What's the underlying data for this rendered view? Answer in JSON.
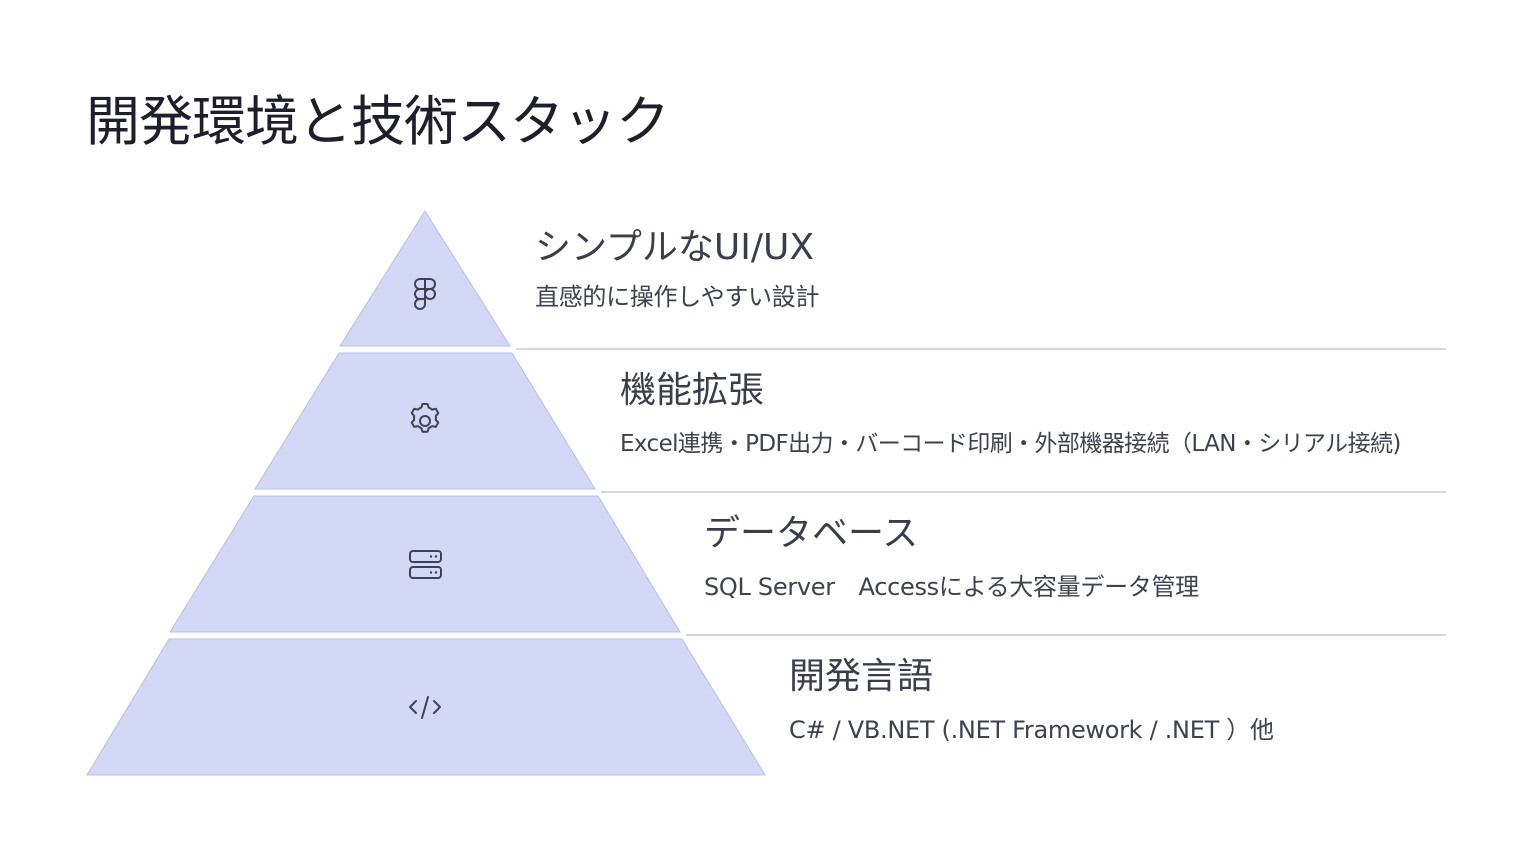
{
  "title": "開発環境と技術スタック",
  "colors": {
    "tier_fill": "#d2d8f6",
    "tier_stroke": "#b7c0ea",
    "divider": "#c5cad8",
    "icon": "#3d4254",
    "title_text": "#1f1f2b",
    "body_text": "#3a3d4a"
  },
  "tiers": [
    {
      "icon": "figma-icon",
      "title": "シンプルなUI/UX",
      "description": "直感的に操作しやすい設計"
    },
    {
      "icon": "gear-icon",
      "title": "機能拡張",
      "description": "Excel連携・PDF出力・バーコード印刷・外部機器接続（LAN・シリアル接続)"
    },
    {
      "icon": "server-icon",
      "title": "データベース",
      "description": "SQL Server　Accessによる大容量データ管理"
    },
    {
      "icon": "code-icon",
      "title": "開発言語",
      "description": "C# / VB.NET (.NET Framework / .NET ）他"
    }
  ]
}
